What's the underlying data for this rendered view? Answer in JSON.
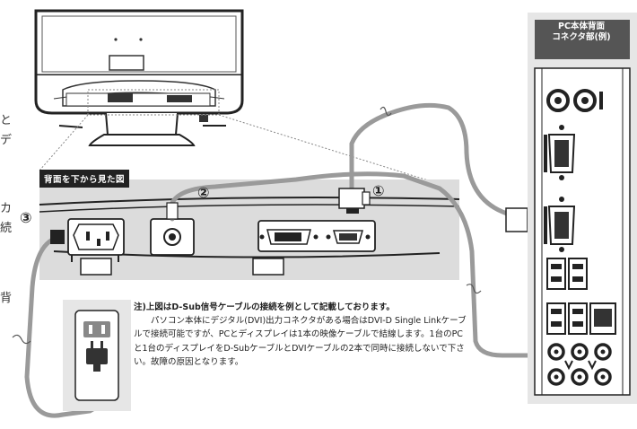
{
  "left_cut_text": [
    "と",
    "デ",
    "カ",
    "続",
    "背"
  ],
  "labels": {
    "bottom_view": "背面を下から見た図",
    "step1": "①",
    "step2": "②",
    "step3": "③"
  },
  "pc_panel": {
    "title_line1": "PC本体背面",
    "title_line2": "コネクタ部(例)"
  },
  "note": {
    "title": "注)上図はD-Sub信号ケーブルの接続を例として記載しております。",
    "body": "パソコン本体にデジタル(DVI)出力コネクタがある場合はDVI-D Single Linkケーブルで接続可能ですが、PCとディスプレイは1本の映像ケーブルで結線します。1台のPCと1台のディスプレイをD-SubケーブルとDVIケーブルの2本で同時に接続しないで下さい。故障の原因となります。"
  },
  "colors": {
    "cable": "#9a9a9a",
    "panel_bg": "#e6e6e6",
    "panel_header": "#555555",
    "bottom_view_bg": "#dcdcdc",
    "label_bg": "#222222"
  },
  "icons": [
    "monitor-illustration",
    "power-socket-icon",
    "ps2-port-icon",
    "vga-port-icon",
    "usb-port-icon",
    "ethernet-port-icon",
    "audio-jack-icon",
    "power-plug-icon",
    "dsub-cable-icon"
  ]
}
